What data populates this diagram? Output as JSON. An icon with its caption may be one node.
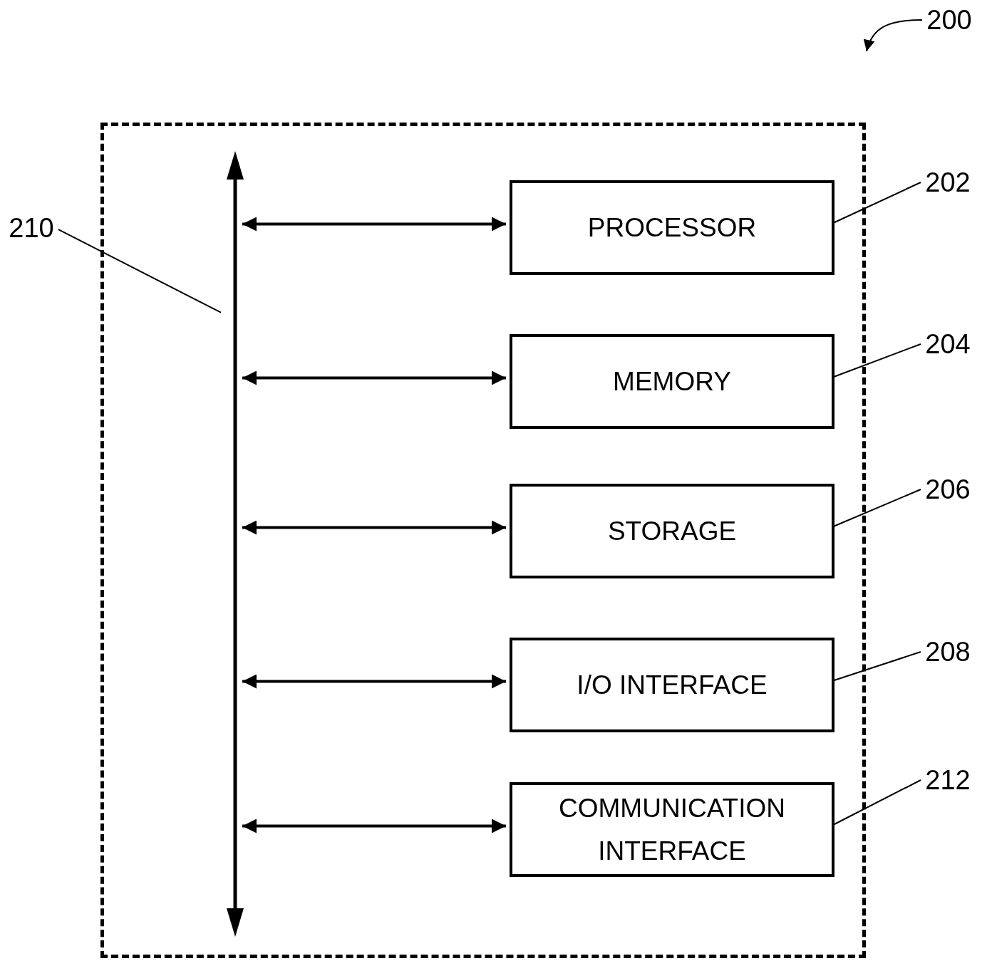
{
  "diagram": {
    "nodes": [
      {
        "text": [],
        "shape": "box"
      },
      {
        "text": [],
        "shape": "bar",
        "in": 0
      },
      {
        "text": [
          "PROCESSOR"
        ],
        "in": 0
      },
      {
        "text": [
          "MEMORY"
        ],
        "in": 0
      },
      {
        "text": [
          "STORAGE"
        ],
        "in": 0
      },
      {
        "text": [
          "I/O INTERFACE"
        ],
        "in": 0
      },
      {
        "text": [
          "COMMUNICATION INTERFACE"
        ],
        "in": 0
      },
      {
        "text": [
          "200"
        ]
      },
      {
        "text": [
          "210"
        ]
      },
      {
        "text": [
          "202"
        ]
      },
      {
        "text": [
          "204"
        ]
      },
      {
        "text": [
          "206"
        ]
      },
      {
        "text": [
          "208"
        ]
      },
      {
        "text": [
          "212"
        ]
      }
    ],
    "edges": [
      {
        "from": 1,
        "to": 2,
        "arrow": "both"
      },
      {
        "from": 1,
        "to": 3,
        "arrow": "both"
      },
      {
        "from": 1,
        "to": 4,
        "arrow": "both"
      },
      {
        "from": 1,
        "to": 5,
        "arrow": "both"
      },
      {
        "from": 1,
        "to": 6,
        "arrow": "both"
      },
      {
        "from": 7,
        "to": null,
        "arrow": "to"
      },
      {
        "from": 8,
        "to": 1,
        "arrow": "none"
      },
      {
        "from": 9,
        "to": 2,
        "arrow": "none"
      },
      {
        "from": 10,
        "to": 3,
        "arrow": "none"
      },
      {
        "from": 11,
        "to": 4,
        "arrow": "none"
      },
      {
        "from": 12,
        "to": 5,
        "arrow": "none"
      },
      {
        "from": 13,
        "to": 6,
        "arrow": "none"
      }
    ]
  }
}
